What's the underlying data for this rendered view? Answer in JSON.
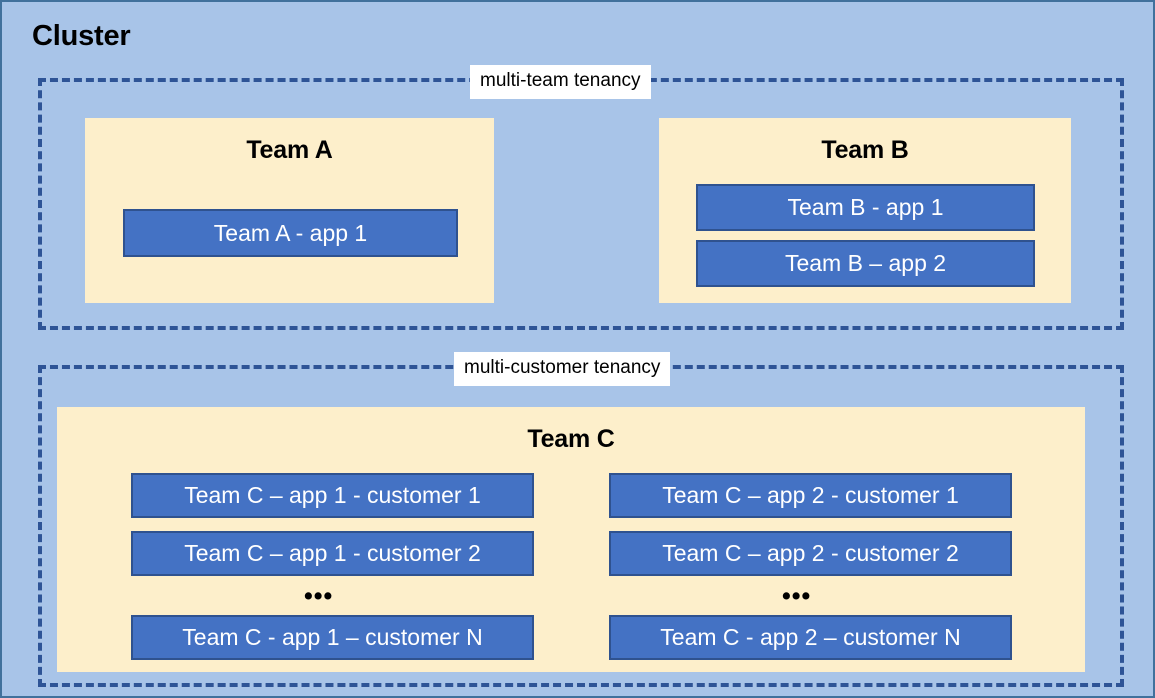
{
  "diagram": {
    "title": "Cluster",
    "background_color": "#A8C4E8",
    "frame_border_color": "#41719C",
    "team_box_color": "#FDEFCB",
    "app_box_color": "#4472C4",
    "app_box_border_color": "#2F528F",
    "dashed_border_color": "#2E5496"
  },
  "tenancy": {
    "multi_team": {
      "label": "multi-team tenancy",
      "teams": [
        {
          "name": "Team A",
          "apps": [
            {
              "label": "Team A - app 1"
            }
          ]
        },
        {
          "name": "Team B",
          "apps": [
            {
              "label": "Team B - app 1"
            },
            {
              "label": "Team B – app 2"
            }
          ]
        }
      ]
    },
    "multi_customer": {
      "label": "multi-customer tenancy",
      "teams": [
        {
          "name": "Team C",
          "columns": [
            {
              "app": "app 1",
              "instances": [
                {
                  "label": "Team C – app 1 - customer 1"
                },
                {
                  "label": "Team C – app 1 - customer 2"
                },
                {
                  "label": "Team C - app 1 – customer N"
                }
              ],
              "ellipsis": "•••"
            },
            {
              "app": "app 2",
              "instances": [
                {
                  "label": "Team C – app 2 - customer 1"
                },
                {
                  "label": "Team C – app 2 - customer 2"
                },
                {
                  "label": "Team C - app 2 – customer N"
                }
              ],
              "ellipsis": "•••"
            }
          ]
        }
      ]
    }
  }
}
